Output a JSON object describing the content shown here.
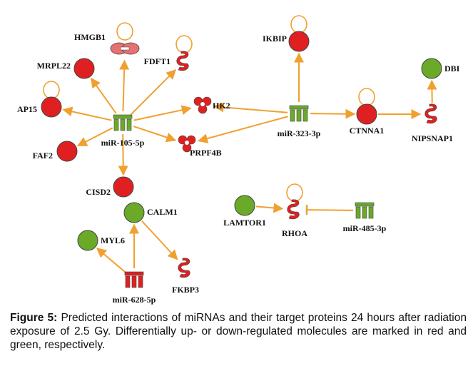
{
  "colors": {
    "edge": "#f0a030",
    "up": "#e02020",
    "down": "#6aaa28",
    "outline": "#444444"
  },
  "nodes": {
    "hmgb1": {
      "label": "HMGB1",
      "shape": "dimer-protein",
      "regulation": "up",
      "self_loop": true
    },
    "mrpl22": {
      "label": "MRPL22",
      "shape": "circle",
      "regulation": "up"
    },
    "fdft1": {
      "label": "FDFT1",
      "shape": "enzyme",
      "regulation": "up",
      "self_loop": true
    },
    "ap15": {
      "label": "AP15",
      "shape": "circle",
      "regulation": "up",
      "self_loop": true
    },
    "mir105": {
      "label": "miR-105-5p",
      "shape": "mirna",
      "regulation": "down"
    },
    "hk2": {
      "label": "HK2",
      "shape": "kinase",
      "regulation": "up"
    },
    "faf2": {
      "label": "FAF2",
      "shape": "circle",
      "regulation": "up"
    },
    "prpf4b": {
      "label": "PRPF4B",
      "shape": "kinase",
      "regulation": "up"
    },
    "cisd2": {
      "label": "CISD2",
      "shape": "circle",
      "regulation": "up"
    },
    "ikbip": {
      "label": "IKBIP",
      "shape": "circle",
      "regulation": "up",
      "self_loop": true
    },
    "mir323": {
      "label": "miR-323-3p",
      "shape": "mirna",
      "regulation": "down"
    },
    "ctnna1": {
      "label": "CTNNA1",
      "shape": "circle",
      "regulation": "up",
      "self_loop": true
    },
    "dbi": {
      "label": "DBI",
      "shape": "circle",
      "regulation": "down"
    },
    "nipsnap1": {
      "label": "NIPSNAP1",
      "shape": "enzyme",
      "regulation": "up"
    },
    "calm1": {
      "label": "CALM1",
      "shape": "circle",
      "regulation": "down"
    },
    "myl6": {
      "label": "MYL6",
      "shape": "circle",
      "regulation": "down"
    },
    "mir628": {
      "label": "miR-628-5p",
      "shape": "mirna",
      "regulation": "up"
    },
    "fkbp3": {
      "label": "FKBP3",
      "shape": "enzyme",
      "regulation": "up"
    },
    "lamtor1": {
      "label": "LAMTOR1",
      "shape": "circle",
      "regulation": "down"
    },
    "rhoa": {
      "label": "RHOA",
      "shape": "enzyme",
      "regulation": "up",
      "self_loop": true
    },
    "mir485": {
      "label": "miR-485-3p",
      "shape": "mirna",
      "regulation": "down"
    }
  },
  "edges": [
    {
      "from": "mir105",
      "to": "hmgb1",
      "type": "arrow"
    },
    {
      "from": "mir105",
      "to": "mrpl22",
      "type": "arrow"
    },
    {
      "from": "mir105",
      "to": "fdft1",
      "type": "arrow"
    },
    {
      "from": "mir105",
      "to": "ap15",
      "type": "arrow"
    },
    {
      "from": "mir105",
      "to": "hk2",
      "type": "arrow"
    },
    {
      "from": "mir105",
      "to": "faf2",
      "type": "arrow"
    },
    {
      "from": "mir105",
      "to": "prpf4b",
      "type": "arrow"
    },
    {
      "from": "mir105",
      "to": "cisd2",
      "type": "arrow"
    },
    {
      "from": "mir323",
      "to": "hk2",
      "type": "arrow"
    },
    {
      "from": "mir323",
      "to": "ikbip",
      "type": "arrow"
    },
    {
      "from": "mir323",
      "to": "prpf4b",
      "type": "arrow"
    },
    {
      "from": "mir323",
      "to": "ctnna1",
      "type": "arrow"
    },
    {
      "from": "ctnna1",
      "to": "nipsnap1",
      "type": "arrow"
    },
    {
      "from": "nipsnap1",
      "to": "dbi",
      "type": "arrow"
    },
    {
      "from": "mir628",
      "to": "calm1",
      "type": "arrow"
    },
    {
      "from": "mir628",
      "to": "myl6",
      "type": "arrow"
    },
    {
      "from": "calm1",
      "to": "fkbp3",
      "type": "arrow"
    },
    {
      "from": "lamtor1",
      "to": "rhoa",
      "type": "arrow"
    },
    {
      "from": "mir485",
      "to": "rhoa",
      "type": "inhibit"
    }
  ],
  "caption": {
    "label": "Figure 5:",
    "text": " Predicted interactions of miRNAs and their target proteins 24 hours after radiation exposure of 2.5 Gy. Differentially up- or down-regulated molecules are marked in red and green, respectively."
  }
}
